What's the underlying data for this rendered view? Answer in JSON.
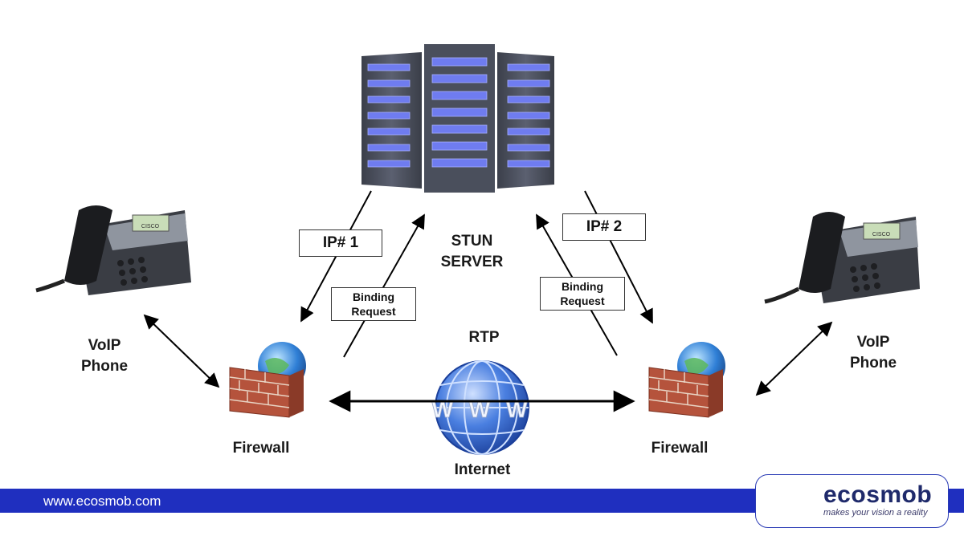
{
  "labels": {
    "stun_server": [
      "STUN",
      "SERVER"
    ],
    "rtp": "RTP",
    "internet": "Internet",
    "firewall_left": "Firewall",
    "firewall_right": "Firewall",
    "voip_left": [
      "VoIP",
      "Phone"
    ],
    "voip_right": [
      "VoIP",
      "Phone"
    ]
  },
  "boxes": {
    "ip1": "IP# 1",
    "ip2": "IP# 2",
    "binding_left": [
      "Binding",
      "Request"
    ],
    "binding_right": [
      "Binding",
      "Request"
    ]
  },
  "globe_text": "W W W",
  "phone_brand": "CISCO",
  "footer": {
    "url": "www.ecosmob.com",
    "logo_name": "ecosmob",
    "logo_tagline": "makes your vision a reality"
  },
  "colors": {
    "footer_bar": "#1f2fbf",
    "server_led": "#6f7cf0",
    "firewall_brick": "#b5533c",
    "globe": "#3a6fd8"
  }
}
